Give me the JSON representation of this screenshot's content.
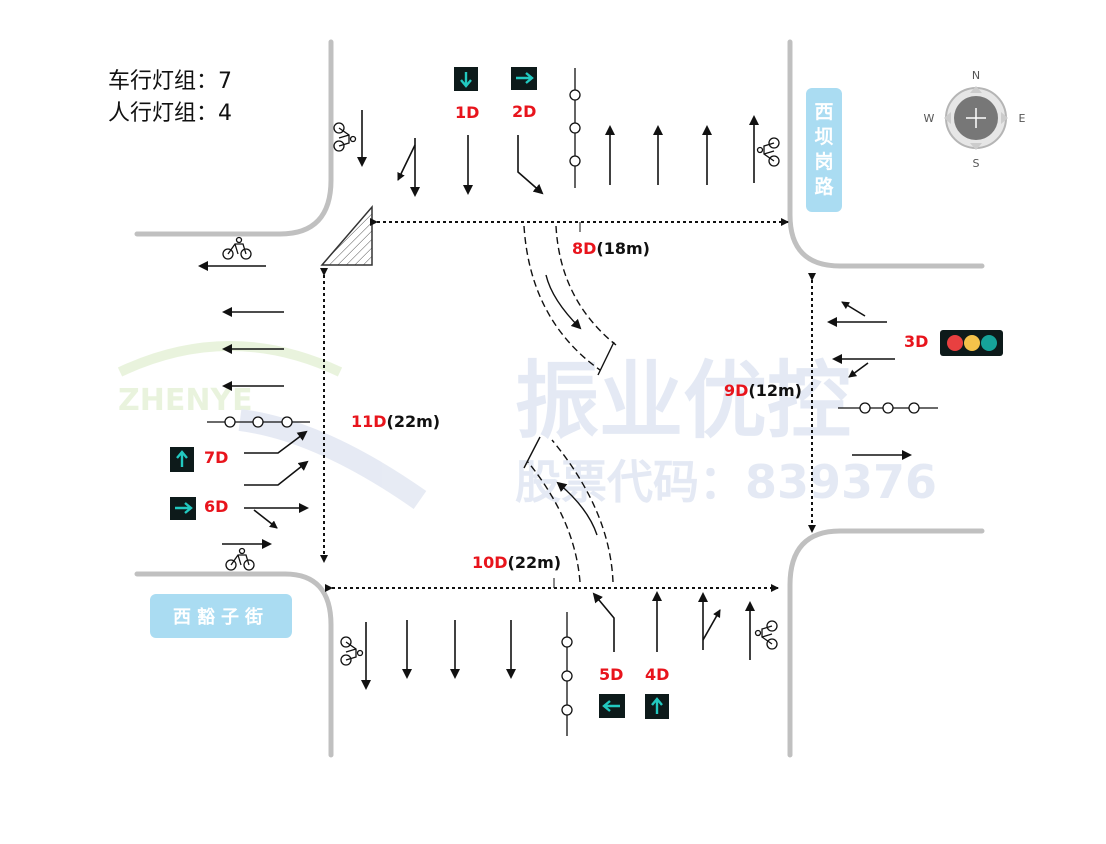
{
  "summary": {
    "vehicle_groups": "车行灯组：7",
    "ped_groups": "人行灯组：4"
  },
  "streets": {
    "east_road": [
      "西",
      "坝",
      "岗",
      "路"
    ],
    "south_street": "西豁子街"
  },
  "compass": {
    "n": "N",
    "s": "S",
    "e": "E",
    "w": "W"
  },
  "signals": {
    "d1": "1D",
    "d2": "2D",
    "d3": "3D",
    "d4": "4D",
    "d5": "5D",
    "d6": "6D",
    "d7": "7D"
  },
  "crossings": {
    "c8": {
      "id": "8D",
      "len": "(18m)"
    },
    "c9": {
      "id": "9D",
      "len": "(12m)"
    },
    "c10": {
      "id": "10D",
      "len": "(22m)"
    },
    "c11": {
      "id": "11D",
      "len": "(22m)"
    }
  },
  "watermark": {
    "brand": "ZHENYE",
    "title": "振业优控",
    "sub": "股票代码：839376"
  },
  "colors": {
    "road": "#c0c0c0",
    "label_red": "#e8141c",
    "signal_bg": "#0d1a1a",
    "signal_arrow": "#22c9c0",
    "street_label": "#aadcf2"
  }
}
